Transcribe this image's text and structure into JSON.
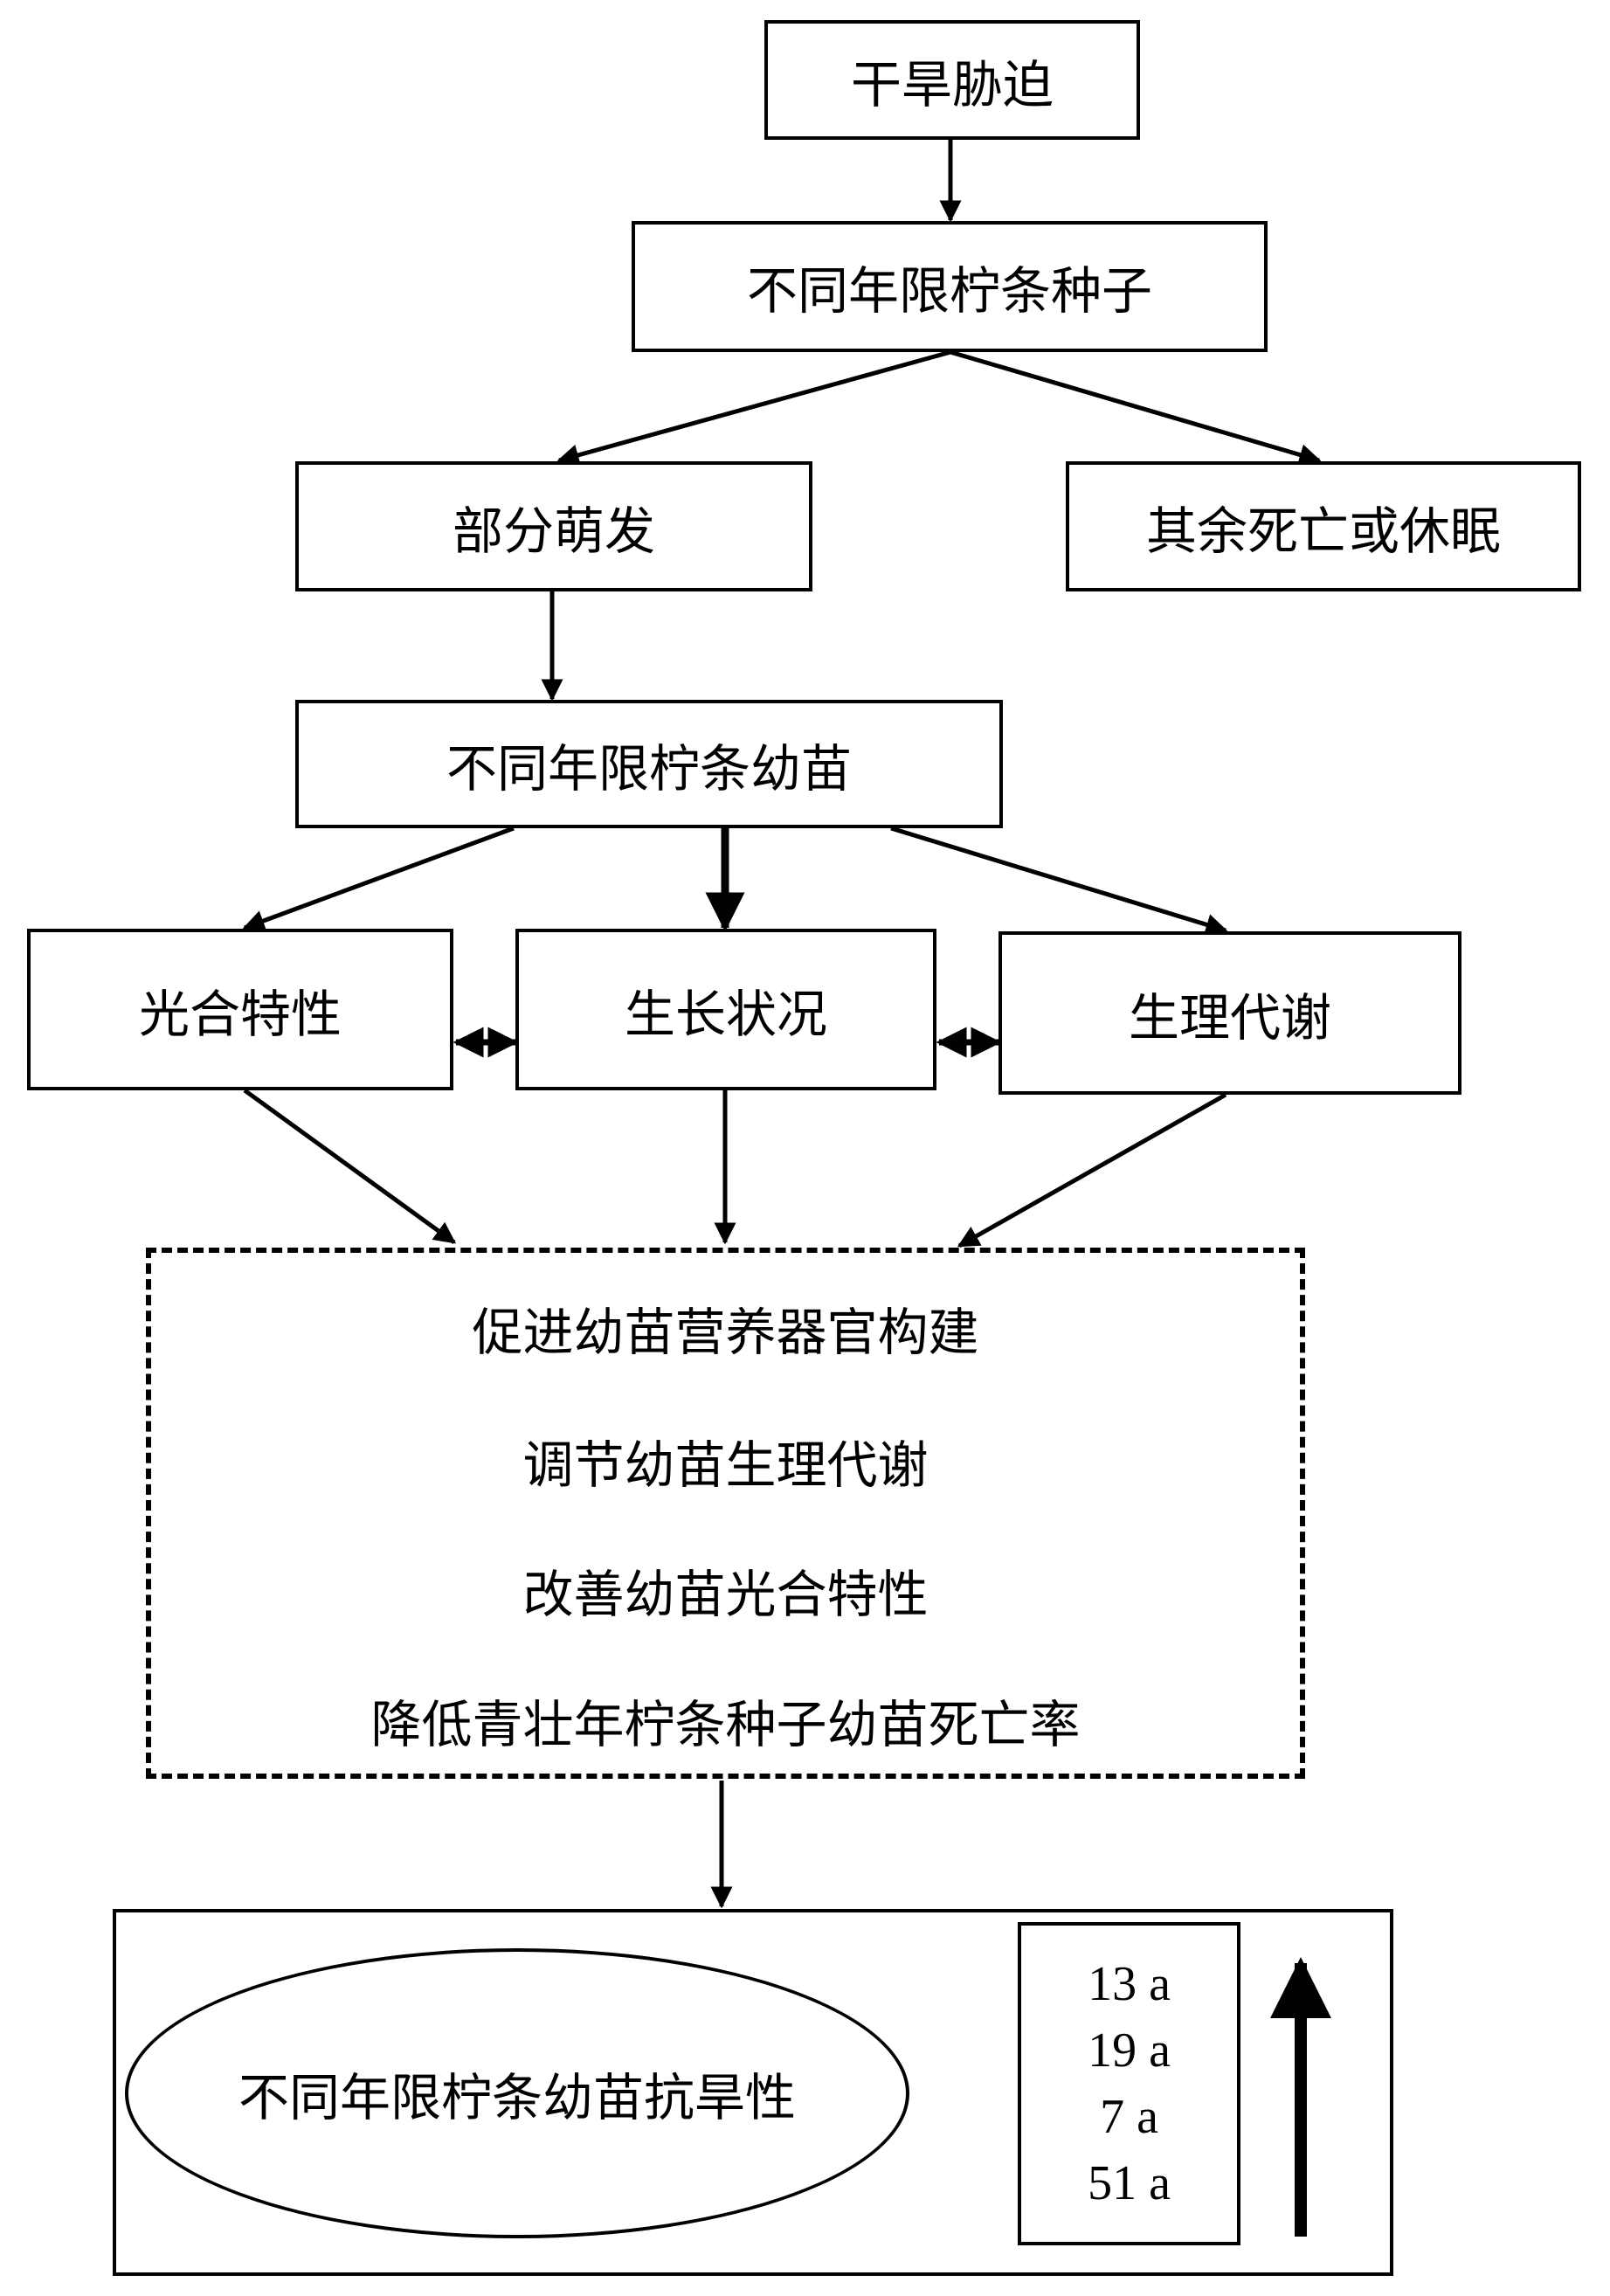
{
  "nodes": {
    "drought_stress": "干旱胁迫",
    "seeds": "不同年限柠条种子",
    "partial_germination": "部分萌发",
    "rest_dead_dormant": "其余死亡或休眠",
    "seedlings": "不同年限柠条幼苗",
    "photosynthesis": "光合特性",
    "growth": "生长状况",
    "metabolism": "生理代谢"
  },
  "effects": [
    "促进幼苗营养器官构建",
    "调节幼苗生理代谢",
    "改善幼苗光合特性",
    "降低青壮年柠条种子幼苗死亡率"
  ],
  "result": {
    "label": "不同年限柠条幼苗抗旱性",
    "years": [
      "13 a",
      "19 a",
      "7 a",
      "51 a"
    ]
  }
}
